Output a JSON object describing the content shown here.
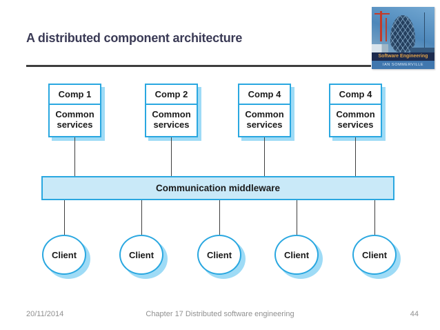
{
  "slide": {
    "title": "A distributed component architecture",
    "footer": {
      "date": "20/11/2014",
      "chapter": "Chapter 17 Distributed software engineering",
      "page_number": "44"
    }
  },
  "book_cover": {
    "title": "Software Engineering",
    "author": "IAN SOMMERVILLE"
  },
  "diagram": {
    "components": [
      {
        "name": "Comp 1",
        "services": "Common services"
      },
      {
        "name": "Comp 2",
        "services": "Common services"
      },
      {
        "name": "Comp 4",
        "services": "Common services"
      },
      {
        "name": "Comp 4",
        "services": "Common services"
      }
    ],
    "middleware_label": "Communication middleware",
    "clients": [
      {
        "label": "Client"
      },
      {
        "label": "Client"
      },
      {
        "label": "Client"
      },
      {
        "label": "Client"
      },
      {
        "label": "Client"
      }
    ]
  },
  "colors": {
    "accent": "#29a7e0",
    "shadow": "#9edbf6",
    "bar-fill": "#c9e9f8",
    "title-color": "#3a3a55",
    "line-color": "#3c3c3c",
    "footer-gray": "#8f8f8f"
  }
}
